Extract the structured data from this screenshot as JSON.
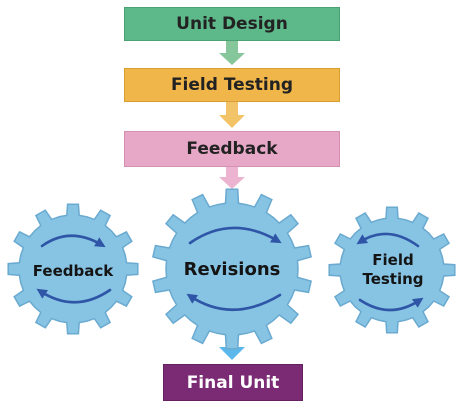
{
  "steps": {
    "unit_design": "Unit Design",
    "field_testing": "Field Testing",
    "feedback": "Feedback",
    "final_unit": "Final Unit"
  },
  "gears": {
    "left": "Feedback",
    "center": "Revisions",
    "right_line1": "Field",
    "right_line2": "Testing"
  },
  "colors": {
    "unit_design": "#5db88a",
    "field_testing": "#f0b64a",
    "feedback": "#e7a8c8",
    "final_unit": "#7a2b74",
    "gear_fill": "#87c3e3",
    "gear_stroke": "#6aaad0",
    "cycle_arrow": "#2e55a6",
    "connector_arrow": "#5cb8ea"
  }
}
